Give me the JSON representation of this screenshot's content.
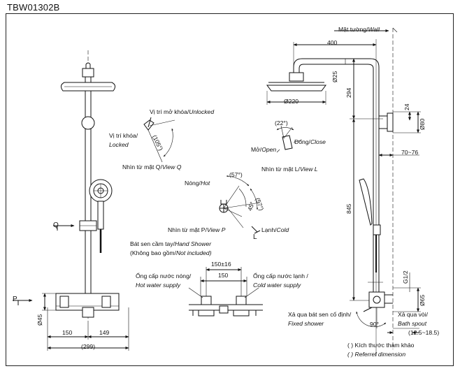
{
  "model_code": "TBW01302B",
  "wall_label": {
    "vi": "Mặt tường/",
    "en": "Wall"
  },
  "dims": {
    "d400": "400",
    "d_o25": "Ø25",
    "d294": "294",
    "d_o220": "Ø220",
    "d24": "24",
    "d_o80": "Ø80",
    "d70_76": "70~76",
    "d845": "845",
    "d_g12": "G1/2",
    "d_o65": "Ø65",
    "d_o45": "Ø45",
    "d150": "150",
    "d149": "149",
    "d299": "(299)",
    "d150pm16": "150±16",
    "d150b": "150",
    "d12_5": "(12.5~18.5)",
    "a105": "(105°)",
    "a22": "(22°)",
    "a57a": "(57°)",
    "a45": "45°",
    "a57b": "(57°)",
    "a90": "90°"
  },
  "labels": {
    "unlocked": {
      "vi": "Vị trí mở khóa/",
      "en": "Unlocked"
    },
    "locked_vi": "Vị trí khóa/",
    "locked_en": "Locked",
    "view_q": {
      "vi": "Nhìn từ mặt Q/",
      "en": "View Q"
    },
    "close": {
      "vi": "Đóng/",
      "en": "Close"
    },
    "open": {
      "vi": "Mở/",
      "en": "Open"
    },
    "view_l": {
      "vi": "Nhìn từ mặt L/",
      "en": "View L"
    },
    "hot": {
      "vi": "Nóng/",
      "en": "Hot"
    },
    "cold": {
      "vi": "Lạnh/",
      "en": "Cold"
    },
    "view_p": {
      "vi": "Nhìn từ mặt P/",
      "en": "View P"
    },
    "hand_shower": {
      "vi": "Bát sen cầm tay/",
      "en": "Hand Shower"
    },
    "not_included": {
      "vi": "(Không bao gồm/",
      "en": "Not included)"
    },
    "hot_supply_vi": "Ống cấp nước nóng/",
    "hot_supply_en": "Hot water supply",
    "cold_supply_vi": "Ống cấp nước lạnh /",
    "cold_supply_en": "Cold water supply",
    "fixed_vi": "Xả qua bát sen cố định/",
    "fixed_en": "Fixed shower",
    "spout_vi": "Xả qua vòi/",
    "spout_en": "Bath spout",
    "legend_ref_vi": "(      ) Kích thước tham khảo",
    "legend_ref_en": "(      ) Referref dimension",
    "q": "Q",
    "p": "P",
    "l": "L"
  }
}
